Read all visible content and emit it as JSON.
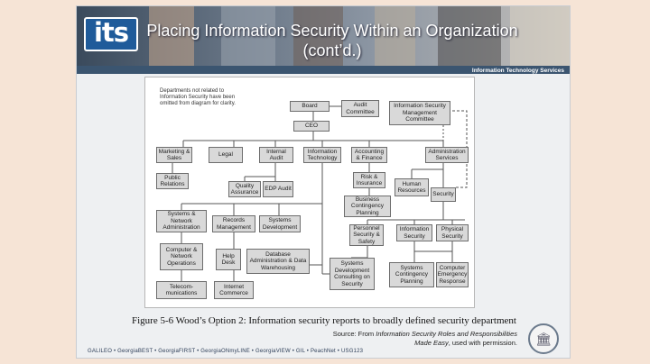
{
  "slide": {
    "logo": "its",
    "title_line1": "Placing Information Security Within an Organization",
    "title_line2": "(cont’d.)",
    "department": "Information Technology Services"
  },
  "diagram": {
    "note": "Departments not related to Information Security have been omitted from diagram for clarity.",
    "nodes": {
      "board": "Board",
      "audit_committee": "Audit Committee",
      "isms_committee": "Information Security Management Committee",
      "ceo": "CEO",
      "marketing": "Marketing & Sales",
      "legal": "Legal",
      "internal_audit": "Internal Audit",
      "information_technology": "Information Technology",
      "accounting": "Accounting & Finance",
      "administration": "Administration Services",
      "public_relations": "Public Relations",
      "quality_assurance": "Quality Assurance",
      "edp_audit": "EDP Audit",
      "risk_insurance": "Risk & Insurance",
      "human_resources": "Human Resources",
      "security": "Security",
      "business_contingency": "Business Contingency Planning",
      "systems_network_admin": "Systems & Network Administration",
      "records_management": "Records Management",
      "systems_development": "Systems Development",
      "personnel_security": "Personnel Security & Safety",
      "information_security": "Information Security",
      "physical_security": "Physical Security",
      "computer_network_ops": "Computer & Network Operations",
      "help_desk": "Help Desk",
      "database_admin": "Database Administration & Data Warehousing",
      "systems_dev_consulting": "Systems Development Consulting on Security",
      "systems_contingency": "Systems Contingency Planning",
      "computer_emergency": "Computer Emergency Response",
      "telecommunications": "Telecom- munications",
      "internet_commerce": "Internet Commerce"
    }
  },
  "caption": "Figure 5-6 Wood’s Option 2: Information security reports to broadly defined security department",
  "source": {
    "prefix": "Source: From ",
    "title": "Information Security Roles and Responsibilities Made Easy",
    "suffix": ", used with permission."
  },
  "footer": "GALILEO  •  GeorgiaBEST  •  GeorgiaFIRST  •  GeorgiaONmyLINE  •  GeorgiaVIEW  •  GIL  •  PeachNet  •  USG123",
  "colors": {
    "banner_bar": "#3b5570",
    "logo": "#1f5b9a",
    "background": "#f6e4d6"
  }
}
